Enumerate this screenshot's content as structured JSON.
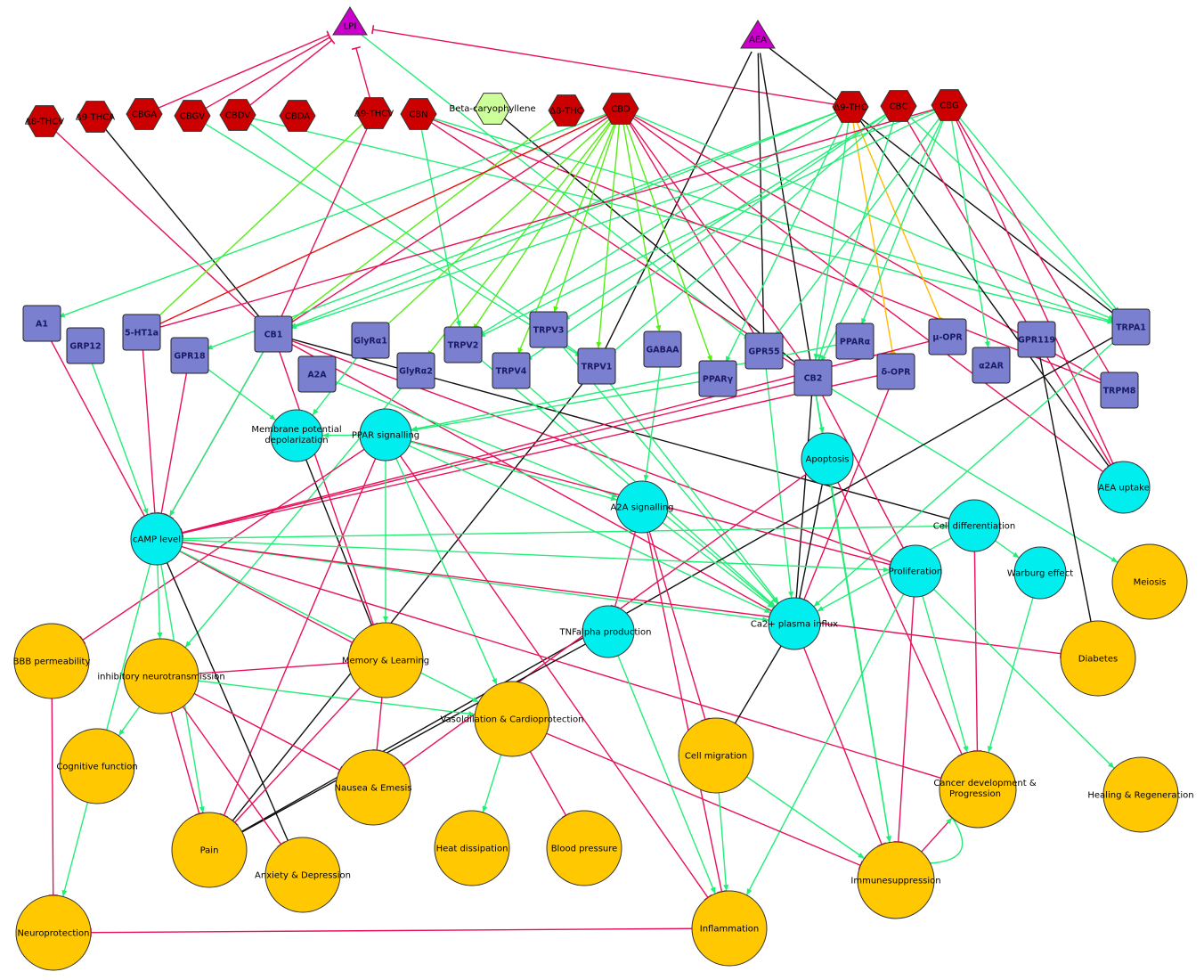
{
  "colors": {
    "activation": "#22ee77",
    "activation_bright": "#55ee11",
    "inhibition": "#e8105a",
    "inhibition_red": "#e81010",
    "neutral": "#111111",
    "special": "#ffbb00",
    "ligand_endo": "#cc00cc",
    "ligand_phyto": "#cc0000",
    "ligand_other": "#ccff99",
    "receptor": "#7b7fcf",
    "process": "#00eeee",
    "outcome": "#ffc800"
  },
  "nodes": [
    {
      "id": "LPI",
      "label": "LPI",
      "kind": "endo"
    },
    {
      "id": "AEA",
      "label": "AEA",
      "kind": "endo"
    },
    {
      "id": "THCV2",
      "label": "Δ8-THCV",
      "kind": "phyto"
    },
    {
      "id": "THCA",
      "label": "Δ9-THCA",
      "kind": "phyto"
    },
    {
      "id": "CBGA",
      "label": "CBGA",
      "kind": "phyto"
    },
    {
      "id": "CBGV",
      "label": "CBGV",
      "kind": "phyto"
    },
    {
      "id": "CBDV",
      "label": "CBDV",
      "kind": "phyto"
    },
    {
      "id": "CBDA",
      "label": "CBDA",
      "kind": "phyto"
    },
    {
      "id": "THCV",
      "label": "Δ9-THCV",
      "kind": "phyto"
    },
    {
      "id": "CBN",
      "label": "CBN",
      "kind": "phyto"
    },
    {
      "id": "BCP",
      "label": "Beta-caryophyllene",
      "kind": "other"
    },
    {
      "id": "D8THC",
      "label": "Δ8-THC",
      "kind": "phyto"
    },
    {
      "id": "CBD",
      "label": "CBD",
      "kind": "phyto"
    },
    {
      "id": "D9THC",
      "label": "Δ9-THC",
      "kind": "phyto"
    },
    {
      "id": "CBC",
      "label": "CBC",
      "kind": "phyto"
    },
    {
      "id": "CBG",
      "label": "CBG",
      "kind": "phyto"
    },
    {
      "id": "A1",
      "label": "A1",
      "kind": "receptor"
    },
    {
      "id": "GRP12",
      "label": "GRP12",
      "kind": "receptor"
    },
    {
      "id": "HT1a",
      "label": "5-HT1a",
      "kind": "receptor"
    },
    {
      "id": "GPR18",
      "label": "GPR18",
      "kind": "receptor"
    },
    {
      "id": "CB1",
      "label": "CB1",
      "kind": "receptor"
    },
    {
      "id": "A2A",
      "label": "A2A",
      "kind": "receptor"
    },
    {
      "id": "GlyRa1",
      "label": "GlyRα1",
      "kind": "receptor"
    },
    {
      "id": "GlyRa2",
      "label": "GlyRα2",
      "kind": "receptor"
    },
    {
      "id": "TRPV2",
      "label": "TRPV2",
      "kind": "receptor"
    },
    {
      "id": "TRPV3",
      "label": "TRPV3",
      "kind": "receptor"
    },
    {
      "id": "TRPV4",
      "label": "TRPV4",
      "kind": "receptor"
    },
    {
      "id": "TRPV1",
      "label": "TRPV1",
      "kind": "receptor"
    },
    {
      "id": "GABAA",
      "label": "GABAA",
      "kind": "receptor"
    },
    {
      "id": "PPARg",
      "label": "PPARγ",
      "kind": "receptor"
    },
    {
      "id": "GPR55",
      "label": "GPR55",
      "kind": "receptor"
    },
    {
      "id": "CB2",
      "label": "CB2",
      "kind": "receptor"
    },
    {
      "id": "PPARa",
      "label": "PPARα",
      "kind": "receptor"
    },
    {
      "id": "dOPR",
      "label": "δ-OPR",
      "kind": "receptor"
    },
    {
      "id": "uOPR",
      "label": "μ-OPR",
      "kind": "receptor"
    },
    {
      "id": "a2AR",
      "label": "α2AR",
      "kind": "receptor"
    },
    {
      "id": "GPR119",
      "label": "GPR119",
      "kind": "receptor"
    },
    {
      "id": "TRPA1",
      "label": "TRPA1",
      "kind": "receptor"
    },
    {
      "id": "TRPM8",
      "label": "TRPM8",
      "kind": "receptor"
    },
    {
      "id": "MPD",
      "label": "Membrane potential depolarization",
      "kind": "process"
    },
    {
      "id": "PPARs",
      "label": "PPAR signalling",
      "kind": "process"
    },
    {
      "id": "Apop",
      "label": "Apoptosis",
      "kind": "process"
    },
    {
      "id": "AEAu",
      "label": "AEA uptake",
      "kind": "process"
    },
    {
      "id": "A2As",
      "label": "A2A signalling",
      "kind": "process"
    },
    {
      "id": "cAMP",
      "label": "cAMP level",
      "kind": "process"
    },
    {
      "id": "CellD",
      "label": "Cell differentiation",
      "kind": "process"
    },
    {
      "id": "Prolif",
      "label": "Proliferation",
      "kind": "process"
    },
    {
      "id": "Warb",
      "label": "Warburg effect",
      "kind": "process"
    },
    {
      "id": "TNF",
      "label": "TNFalpha production",
      "kind": "process"
    },
    {
      "id": "Ca2",
      "label": "Ca2+ plasma influx",
      "kind": "process"
    },
    {
      "id": "Meiosis",
      "label": "Meiosis",
      "kind": "outcome"
    },
    {
      "id": "BBB",
      "label": "BBB permeability",
      "kind": "outcome"
    },
    {
      "id": "InhN",
      "label": "inhibitory neurotransmission",
      "kind": "outcome"
    },
    {
      "id": "MemL",
      "label": "Memory & Learning",
      "kind": "outcome"
    },
    {
      "id": "Diab",
      "label": "Diabetes",
      "kind": "outcome"
    },
    {
      "id": "Vaso",
      "label": "Vasoldilation & Cardioprotection",
      "kind": "outcome"
    },
    {
      "id": "CellM",
      "label": "Cell migration",
      "kind": "outcome"
    },
    {
      "id": "CogF",
      "label": "Cognitive function",
      "kind": "outcome"
    },
    {
      "id": "Naus",
      "label": "Nausea & Emesis",
      "kind": "outcome"
    },
    {
      "id": "Canc",
      "label": "Cancer development & Progression",
      "kind": "outcome"
    },
    {
      "id": "Heal",
      "label": "Healing & Regeneration",
      "kind": "outcome"
    },
    {
      "id": "Pain",
      "label": "Pain",
      "kind": "outcome"
    },
    {
      "id": "Heat",
      "label": "Heat dissipation",
      "kind": "outcome"
    },
    {
      "id": "BP",
      "label": "Blood pressure",
      "kind": "outcome"
    },
    {
      "id": "Anx",
      "label": "Anxiety & Depression",
      "kind": "outcome"
    },
    {
      "id": "Immu",
      "label": "Immunesuppression",
      "kind": "outcome"
    },
    {
      "id": "Neuro",
      "label": "Neuroprotection",
      "kind": "outcome"
    },
    {
      "id": "Infl",
      "label": "Inflammation",
      "kind": "outcome"
    }
  ],
  "edges": [
    {
      "from": "LPI",
      "to": "GPR55",
      "type": "act"
    },
    {
      "from": "CBGA",
      "to": "LPI",
      "type": "inh"
    },
    {
      "from": "CBGV",
      "to": "LPI",
      "type": "inh"
    },
    {
      "from": "CBDV",
      "to": "LPI",
      "type": "inh"
    },
    {
      "from": "THCV",
      "to": "LPI",
      "type": "inh"
    },
    {
      "from": "D9THC",
      "to": "LPI",
      "type": "inh"
    },
    {
      "from": "THCV2",
      "to": "CB1",
      "type": "inh"
    },
    {
      "from": "THCA",
      "to": "CB1",
      "type": "neu"
    },
    {
      "from": "CBGV",
      "to": "TRPV1",
      "type": "act"
    },
    {
      "from": "CBDV",
      "to": "TRPV1",
      "type": "act"
    },
    {
      "from": "CBDV",
      "to": "TRPA1",
      "type": "act"
    },
    {
      "from": "THCV",
      "to": "CB1",
      "type": "inh"
    },
    {
      "from": "THCV",
      "to": "HT1a",
      "type": "act_b"
    },
    {
      "from": "CBN",
      "to": "TRPV2",
      "type": "act"
    },
    {
      "from": "CBN",
      "to": "TRPA1",
      "type": "act"
    },
    {
      "from": "CBN",
      "to": "TRPM8",
      "type": "inh"
    },
    {
      "from": "CBN",
      "to": "CB2",
      "type": "inh"
    },
    {
      "from": "BCP",
      "to": "CB2",
      "type": "neu"
    },
    {
      "from": "D8THC",
      "to": "CB1",
      "type": "act_b"
    },
    {
      "from": "AEA",
      "to": "TRPV1",
      "type": "neu"
    },
    {
      "from": "AEA",
      "to": "GPR55",
      "type": "neu"
    },
    {
      "from": "AEA",
      "to": "CB2",
      "type": "neu"
    },
    {
      "from": "AEA",
      "to": "TRPA1",
      "type": "neu"
    },
    {
      "from": "CBD",
      "to": "A1",
      "type": "act"
    },
    {
      "from": "CBD",
      "to": "HT1a",
      "type": "inh_r"
    },
    {
      "from": "CBD",
      "to": "CB1",
      "type": "inh"
    },
    {
      "from": "CBD",
      "to": "GlyRa1",
      "type": "act_b"
    },
    {
      "from": "CBD",
      "to": "GlyRa2",
      "type": "act_b"
    },
    {
      "from": "CBD",
      "to": "TRPV2",
      "type": "act_b"
    },
    {
      "from": "CBD",
      "to": "TRPV3",
      "type": "act_b"
    },
    {
      "from": "CBD",
      "to": "TRPV4",
      "type": "act_b"
    },
    {
      "from": "CBD",
      "to": "TRPV1",
      "type": "act_b"
    },
    {
      "from": "CBD",
      "to": "GABAA",
      "type": "act_b"
    },
    {
      "from": "CBD",
      "to": "PPARg",
      "type": "act_b"
    },
    {
      "from": "CBD",
      "to": "GPR55",
      "type": "inh"
    },
    {
      "from": "CBD",
      "to": "CB2",
      "type": "inh"
    },
    {
      "from": "CBD",
      "to": "TRPA1",
      "type": "act"
    },
    {
      "from": "CBD",
      "to": "TRPM8",
      "type": "inh"
    },
    {
      "from": "CBD",
      "to": "AEAu",
      "type": "inh"
    },
    {
      "from": "D9THC",
      "to": "CB1",
      "type": "act"
    },
    {
      "from": "D9THC",
      "to": "CB2",
      "type": "act"
    },
    {
      "from": "D9THC",
      "to": "uOPR",
      "type": "spec"
    },
    {
      "from": "D9THC",
      "to": "dOPR",
      "type": "spec"
    },
    {
      "from": "D9THC",
      "to": "TRPV2",
      "type": "act"
    },
    {
      "from": "D9THC",
      "to": "GPR18",
      "type": "act"
    },
    {
      "from": "D9THC",
      "to": "PPARg",
      "type": "act"
    },
    {
      "from": "D9THC",
      "to": "AEAu",
      "type": "neu"
    },
    {
      "from": "CBC",
      "to": "TRPA1",
      "type": "act"
    },
    {
      "from": "CBC",
      "to": "TRPV1",
      "type": "act"
    },
    {
      "from": "CBC",
      "to": "CB2",
      "type": "act"
    },
    {
      "from": "CBC",
      "to": "TRPV3",
      "type": "act"
    },
    {
      "from": "CBC",
      "to": "TRPV4",
      "type": "act"
    },
    {
      "from": "CBC",
      "to": "AEAu",
      "type": "inh"
    },
    {
      "from": "CBG",
      "to": "a2AR",
      "type": "act"
    },
    {
      "from": "CBG",
      "to": "CB2",
      "type": "act"
    },
    {
      "from": "CBG",
      "to": "TRPM8",
      "type": "inh"
    },
    {
      "from": "CBG",
      "to": "TRPA1",
      "type": "act"
    },
    {
      "from": "CBG",
      "to": "CB1",
      "type": "act"
    },
    {
      "from": "CBG",
      "to": "HT1a",
      "type": "inh"
    },
    {
      "from": "CBG",
      "to": "PPARa",
      "type": "act"
    },
    {
      "from": "CBG",
      "to": "GPR55",
      "type": "act"
    },
    {
      "from": "CBG",
      "to": "TRPV2",
      "type": "act"
    },
    {
      "from": "CBG",
      "to": "AEAu",
      "type": "inh"
    },
    {
      "from": "A1",
      "to": "cAMP",
      "type": "inh"
    },
    {
      "from": "GRP12",
      "to": "cAMP",
      "type": "act"
    },
    {
      "from": "HT1a",
      "to": "cAMP",
      "type": "inh"
    },
    {
      "from": "GPR18",
      "to": "cAMP",
      "type": "inh"
    },
    {
      "from": "GPR18",
      "to": "MPD",
      "type": "act"
    },
    {
      "from": "CB1",
      "to": "cAMP",
      "type": "inh"
    },
    {
      "from": "CB1",
      "to": "cAMP",
      "type": "act"
    },
    {
      "from": "CB1",
      "to": "MemL",
      "type": "inh"
    },
    {
      "from": "CB1",
      "to": "Prolif",
      "type": "inh"
    },
    {
      "from": "CB1",
      "to": "CellD",
      "type": "neu"
    },
    {
      "from": "CB1",
      "to": "Ca2",
      "type": "inh"
    },
    {
      "from": "A2A",
      "to": "A2As",
      "type": "act"
    },
    {
      "from": "GlyRa1",
      "to": "MPD",
      "type": "act"
    },
    {
      "from": "GlyRa2",
      "to": "InhN",
      "type": "act"
    },
    {
      "from": "TRPV2",
      "to": "Ca2",
      "type": "act"
    },
    {
      "from": "TRPV3",
      "to": "Ca2",
      "type": "act"
    },
    {
      "from": "TRPV4",
      "to": "Ca2",
      "type": "act"
    },
    {
      "from": "TRPV1",
      "to": "Ca2",
      "type": "act"
    },
    {
      "from": "TRPV1",
      "to": "Pain",
      "type": "neu"
    },
    {
      "from": "GABAA",
      "to": "A2As",
      "type": "act"
    },
    {
      "from": "PPARg",
      "to": "PPARs",
      "type": "act"
    },
    {
      "from": "GPR55",
      "to": "Ca2",
      "type": "act"
    },
    {
      "from": "CB2",
      "to": "cAMP",
      "type": "inh"
    },
    {
      "from": "CB2",
      "to": "Apop",
      "type": "act"
    },
    {
      "from": "CB2",
      "to": "Prolif",
      "type": "inh"
    },
    {
      "from": "CB2",
      "to": "Ca2",
      "type": "neu"
    },
    {
      "from": "CB2",
      "to": "Meiosis",
      "type": "act"
    },
    {
      "from": "CB2",
      "to": "Immu",
      "type": "act"
    },
    {
      "from": "PPARa",
      "to": "PPARs",
      "type": "act"
    },
    {
      "from": "dOPR",
      "to": "cAMP",
      "type": "inh"
    },
    {
      "from": "dOPR",
      "to": "Ca2",
      "type": "inh"
    },
    {
      "from": "uOPR",
      "to": "cAMP",
      "type": "inh"
    },
    {
      "from": "GPR119",
      "to": "Diab",
      "type": "neu"
    },
    {
      "from": "TRPA1",
      "to": "Ca2",
      "type": "act"
    },
    {
      "from": "TRPA1",
      "to": "Pain",
      "type": "neu"
    },
    {
      "from": "MPD",
      "to": "MemL",
      "type": "neu"
    },
    {
      "from": "PPARs",
      "to": "MPD",
      "type": "act"
    },
    {
      "from": "PPARs",
      "to": "Pain",
      "type": "inh"
    },
    {
      "from": "PPARs",
      "to": "MemL",
      "type": "act"
    },
    {
      "from": "PPARs",
      "to": "Vaso",
      "type": "act"
    },
    {
      "from": "PPARs",
      "to": "Infl",
      "type": "inh"
    },
    {
      "from": "PPARs",
      "to": "Prolif",
      "type": "inh"
    },
    {
      "from": "PPARs",
      "to": "Ca2",
      "type": "act"
    },
    {
      "from": "PPARs",
      "to": "BBB",
      "type": "inh"
    },
    {
      "from": "PPARs",
      "to": "A2As",
      "type": "act"
    },
    {
      "from": "Apop",
      "to": "Ca2",
      "type": "neu"
    },
    {
      "from": "Apop",
      "to": "Immu",
      "type": "act"
    },
    {
      "from": "Apop",
      "to": "Canc",
      "type": "inh"
    },
    {
      "from": "Apop",
      "to": "Naus",
      "type": "inh"
    },
    {
      "from": "A2As",
      "to": "TNF",
      "type": "inh"
    },
    {
      "from": "A2As",
      "to": "CellM",
      "type": "inh"
    },
    {
      "from": "A2As",
      "to": "Ca2",
      "type": "act"
    },
    {
      "from": "A2As",
      "to": "Infl",
      "type": "inh"
    },
    {
      "from": "cAMP",
      "to": "InhN",
      "type": "act"
    },
    {
      "from": "cAMP",
      "to": "Pain",
      "type": "act"
    },
    {
      "from": "cAMP",
      "to": "Anx",
      "type": "neu"
    },
    {
      "from": "cAMP",
      "to": "MemL",
      "type": "inh"
    },
    {
      "from": "cAMP",
      "to": "Ca2",
      "type": "act"
    },
    {
      "from": "cAMP",
      "to": "Diab",
      "type": "inh"
    },
    {
      "from": "cAMP",
      "to": "Canc",
      "type": "inh"
    },
    {
      "from": "cAMP",
      "to": "Prolif",
      "type": "act"
    },
    {
      "from": "cAMP",
      "to": "CellD",
      "type": "act"
    },
    {
      "from": "cAMP",
      "to": "Vaso",
      "type": "act"
    },
    {
      "from": "cAMP",
      "to": "Neuro",
      "type": "act"
    },
    {
      "from": "CellD",
      "to": "Warb",
      "type": "act"
    },
    {
      "from": "CellD",
      "to": "Canc",
      "type": "inh"
    },
    {
      "from": "CellD",
      "to": "Ca2",
      "type": "act"
    },
    {
      "from": "Prolif",
      "to": "Canc",
      "type": "act"
    },
    {
      "from": "Prolif",
      "to": "Immu",
      "type": "inh"
    },
    {
      "from": "Prolif",
      "to": "Heal",
      "type": "act"
    },
    {
      "from": "Prolif",
      "to": "Infl",
      "type": "act"
    },
    {
      "from": "Warb",
      "to": "Canc",
      "type": "act"
    },
    {
      "from": "TNF",
      "to": "Infl",
      "type": "act"
    },
    {
      "from": "TNF",
      "to": "Pain",
      "type": "neu"
    },
    {
      "from": "Ca2",
      "to": "Immu",
      "type": "inh"
    },
    {
      "from": "Ca2",
      "to": "CellM",
      "type": "neu"
    },
    {
      "from": "InhN",
      "to": "CogF",
      "type": "act"
    },
    {
      "from": "InhN",
      "to": "Pain",
      "type": "inh"
    },
    {
      "from": "InhN",
      "to": "Anx",
      "type": "inh"
    },
    {
      "from": "InhN",
      "to": "MemL",
      "type": "inh"
    },
    {
      "from": "InhN",
      "to": "Naus",
      "type": "inh"
    },
    {
      "from": "InhN",
      "to": "Vaso",
      "type": "act"
    },
    {
      "from": "MemL",
      "to": "Naus",
      "type": "inh"
    },
    {
      "from": "MemL",
      "to": "Pain",
      "type": "inh"
    },
    {
      "from": "Vaso",
      "to": "Heat",
      "type": "act"
    },
    {
      "from": "Vaso",
      "to": "BP",
      "type": "inh"
    },
    {
      "from": "Vaso",
      "to": "Immu",
      "type": "inh"
    },
    {
      "from": "CellM",
      "to": "Infl",
      "type": "act"
    },
    {
      "from": "CellM",
      "to": "Immu",
      "type": "act"
    },
    {
      "from": "Immu",
      "to": "Canc",
      "type": "inh"
    },
    {
      "from": "Immu",
      "to": "Canc",
      "type": "act_curve"
    },
    {
      "from": "BBB",
      "to": "Neuro",
      "type": "inh"
    },
    {
      "from": "Infl",
      "to": "Neuro",
      "type": "inh"
    }
  ]
}
